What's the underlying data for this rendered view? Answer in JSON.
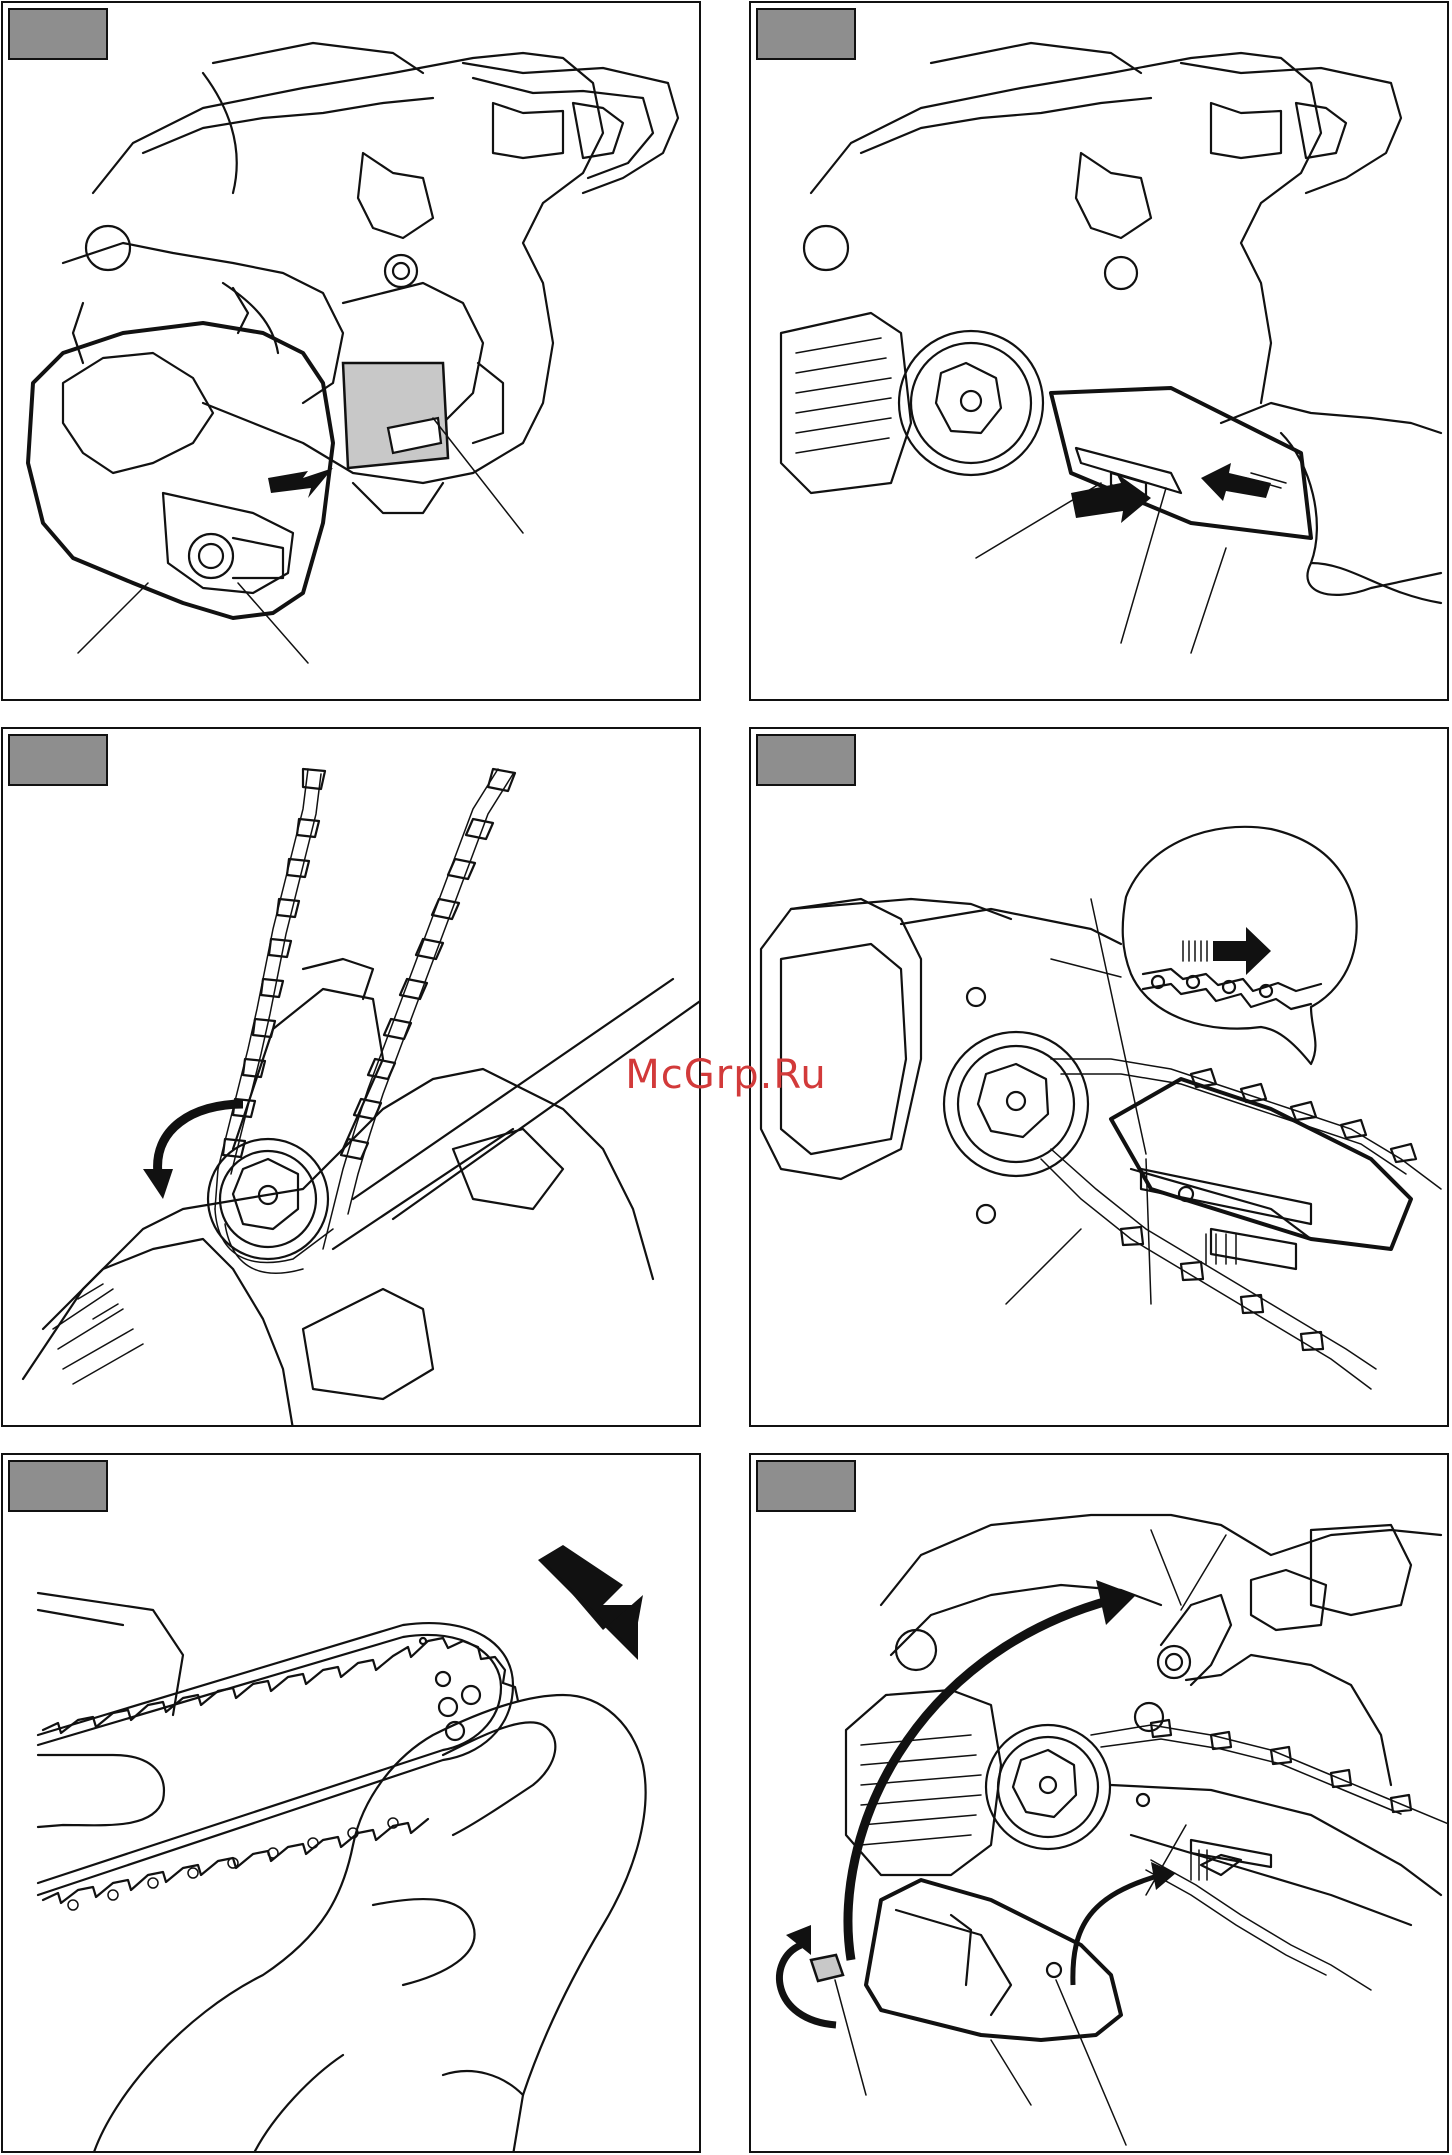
{
  "watermark": {
    "text": "McGrp.Ru",
    "color": "#d23a3a"
  },
  "panels": [
    {
      "step_label": "",
      "illustration": "remove-sprocket-cover"
    },
    {
      "step_label": "",
      "illustration": "mount-guide-bar"
    },
    {
      "step_label": "",
      "illustration": "fit-chain-on-sprocket"
    },
    {
      "step_label": "",
      "illustration": "chain-direction-detail"
    },
    {
      "step_label": "",
      "illustration": "press-bar-nose"
    },
    {
      "step_label": "",
      "illustration": "refit-sprocket-cover"
    }
  ],
  "colors": {
    "label_tab": "#8e8e8e",
    "line": "#111111",
    "highlight": "#c8c8c8"
  }
}
